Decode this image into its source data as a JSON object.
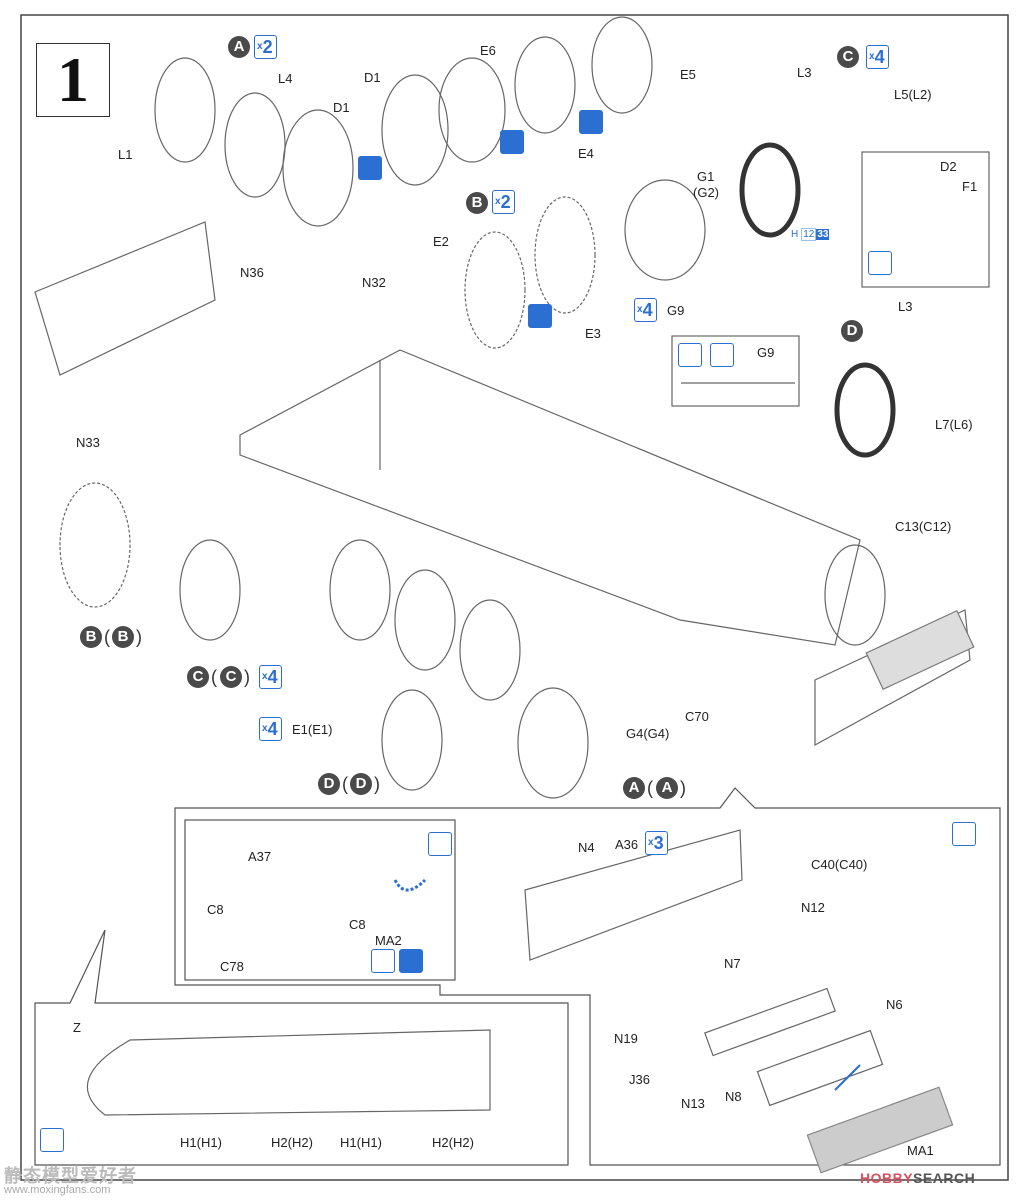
{
  "step": {
    "number": "1"
  },
  "subassemblies": {
    "A": {
      "letter": "A",
      "qty": "2",
      "parts": [
        "L1",
        "L4",
        "D1",
        "D1",
        "E6",
        "E4",
        "E5"
      ]
    },
    "B": {
      "letter": "B",
      "qty": "2",
      "parts": [
        "E2",
        "E3",
        "G1",
        "(G2)",
        "G9"
      ]
    },
    "C": {
      "letter": "C",
      "qty": "4",
      "parts": [
        "L3",
        "L5(L2)"
      ]
    },
    "D": {
      "letter": "D",
      "parts": [
        "L3",
        "L7(L6)"
      ]
    }
  },
  "labels": {
    "L1": "L1",
    "L4": "L4",
    "D1a": "D1",
    "D1b": "D1",
    "E6": "E6",
    "E4": "E4",
    "E5": "E5",
    "E2": "E2",
    "E3": "E3",
    "G1": "G1",
    "G2": "(G2)",
    "G9": "G9",
    "G9b": "G9",
    "L3c": "L3",
    "L5": "L5(L2)",
    "D2": "D2",
    "F1": "F1",
    "L3d": "L3",
    "L7": "L7(L6)",
    "N36": "N36",
    "N32": "N32",
    "N33": "N33",
    "C13": "C13(C12)",
    "C70": "C70",
    "G4": "G4(G4)",
    "E1": "E1(E1)",
    "A37": "A37",
    "C8a": "C8",
    "C78": "C78",
    "C8b": "C8",
    "MA2": "MA2",
    "N4": "N4",
    "A36": "A36",
    "C40": "C40(C40)",
    "N12": "N12",
    "N7": "N7",
    "N6": "N6",
    "N19": "N19",
    "J36": "J36",
    "N13": "N13",
    "N8": "N8",
    "MA1": "MA1",
    "Z": "Z",
    "H1a": "H1(H1)",
    "H2a": "H2(H2)",
    "H1b": "H1(H1)",
    "H2b": "H2(H2)"
  },
  "callouts": {
    "B_paren": {
      "letter": "B",
      "paren": "B"
    },
    "C_paren": {
      "letter": "C",
      "paren": "C",
      "qty": "4"
    },
    "D_paren": {
      "letter": "D",
      "paren": "D"
    },
    "A_paren": {
      "letter": "A",
      "paren": "A"
    },
    "E1_qty": "4",
    "G9_qty": "4",
    "A36_qty": "3"
  },
  "qty_prefix": "x",
  "paint_ref": {
    "prefix": "H",
    "code_a": "12",
    "code_b": "33"
  },
  "icons": [
    "symmetric-assembly-icon",
    "paint-icon",
    "weathering-icon",
    "glue-icon"
  ],
  "colors": {
    "accent": "#2a6fd1",
    "badge": "#4a4a4a",
    "line": "#555555",
    "watermark_red": "#d94f5c"
  },
  "watermarks": {
    "site_cn": "静态模型爱好者",
    "site_url": "www.moxingfans.com",
    "hobby_a": "HOBBY",
    "hobby_b": "SEARCH"
  }
}
